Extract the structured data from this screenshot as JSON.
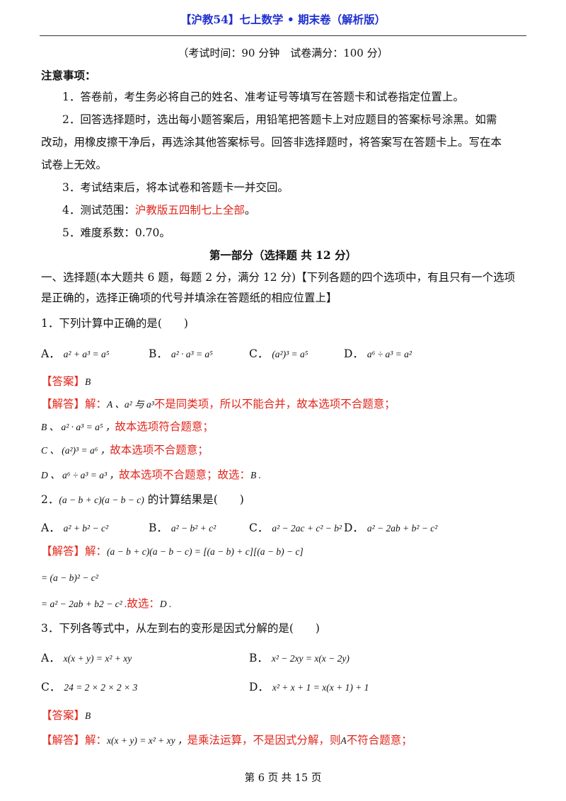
{
  "header": {
    "title": "【沪教54】七上数学 • 期末卷（解析版）",
    "exam_info": "（考试时间：90 分钟　试卷满分：100 分）"
  },
  "notes": {
    "heading": "注意事项：",
    "item1": "1．答卷前，考生务必将自己的姓名、准考证号等填写在答题卡和试卷指定位置上。",
    "item2_line1": "2．回答选择题时，选出每小题答案后，用铅笔把答题卡上对应题目的答案标号涂黑。如需",
    "item2_line2": "改动，用橡皮擦干净后，再选涂其他答案标号。回答非选择题时，将答案写在答题卡上。写在本",
    "item2_line3": "试卷上无效。",
    "item3": "3．考试结束后，将本试卷和答题卡一并交回。",
    "item4_prefix": "4．测试范围：",
    "item4_value": "沪教版五四制七上全部",
    "item4_suffix": "。",
    "item5": "5．难度系数：0.70。"
  },
  "section": {
    "title": "第一部分（选择题  共 12 分）",
    "intro_line1": "一、选择题(本大题共 6 题，每题 2 分，满分 12 分)【下列各题的四个选项中，有且只有一个选项",
    "intro_line2": "是正确的，选择正确项的代号并填涂在答题纸的相应位置上】"
  },
  "q1": {
    "stem": "1．下列计算中正确的是(　　)",
    "opt_a_label": "A．",
    "opt_a": "a² + a³ = a⁵",
    "opt_b_label": "B．",
    "opt_b": "a² · a³ = a⁵",
    "opt_c_label": "C．",
    "opt_c": "(a²)³ = a⁵",
    "opt_d_label": "D．",
    "opt_d": "a⁶ ÷ a³ = a²",
    "answer_tag": "【答案】",
    "answer": "B",
    "explain_tag": "【解答】",
    "explain_1_pre": "解：",
    "explain_1_math": "A 、a² 与 a³",
    "explain_1_text": "不是同类项，所以不能合并，故本选项不合题意；",
    "explain_2_math": "B 、 a² · a³ = a⁵ ，",
    "explain_2_text": "故本选项符合题意；",
    "explain_3_math": "C 、 (a²)³ = a⁶ ，",
    "explain_3_text": "故本选项不合题意；",
    "explain_4_math": "D 、 a⁶ ÷ a³ = a³ ，",
    "explain_4_text": "故本选项不合题意；故选：",
    "explain_4_end": "B ."
  },
  "q2": {
    "stem_num": "2．",
    "stem_math": "(a − b + c)(a − b − c)",
    "stem_text": " 的计算结果是(　　)",
    "opt_a_label": "A．",
    "opt_a": "a² + b² − c²",
    "opt_b_label": "B．",
    "opt_b": "a² − b² + c²",
    "opt_c_label": "C．",
    "opt_c": "a² − 2ac + c² − b²",
    "opt_d_label": "D．",
    "opt_d": "a² − 2ab + b² − c²",
    "explain_tag": "【解答】",
    "explain_pre": "解：",
    "step1": "(a − b + c)(a − b − c) = [(a − b) + c][(a − b) − c]",
    "step2": "= (a − b)² − c²",
    "step3": "= a² − 2ab + b2 − c² .",
    "step3_text": "故选：",
    "step3_end": "D ."
  },
  "q3": {
    "stem": "3．下列各等式中，从左到右的变形是因式分解的是(　　)",
    "opt_a_label": "A．",
    "opt_a": "x(x + y) = x² + xy",
    "opt_b_label": "B．",
    "opt_b": "x² − 2xy = x(x − 2y)",
    "opt_c_label": "C．",
    "opt_c": "24 = 2 × 2 × 2 × 3",
    "opt_d_label": "D．",
    "opt_d": "x² + x + 1 = x(x + 1) + 1",
    "answer_tag": "【答案】",
    "answer": "B",
    "explain_tag": "【解答】",
    "explain_pre": "解：",
    "explain_math": "x(x + y) = x² + xy ，",
    "explain_text": "是乘法运算，不是因式分解，则",
    "explain_var": "A",
    "explain_tail": "不符合题意；"
  },
  "footer": {
    "page": "第 6 页 共 15 页"
  }
}
